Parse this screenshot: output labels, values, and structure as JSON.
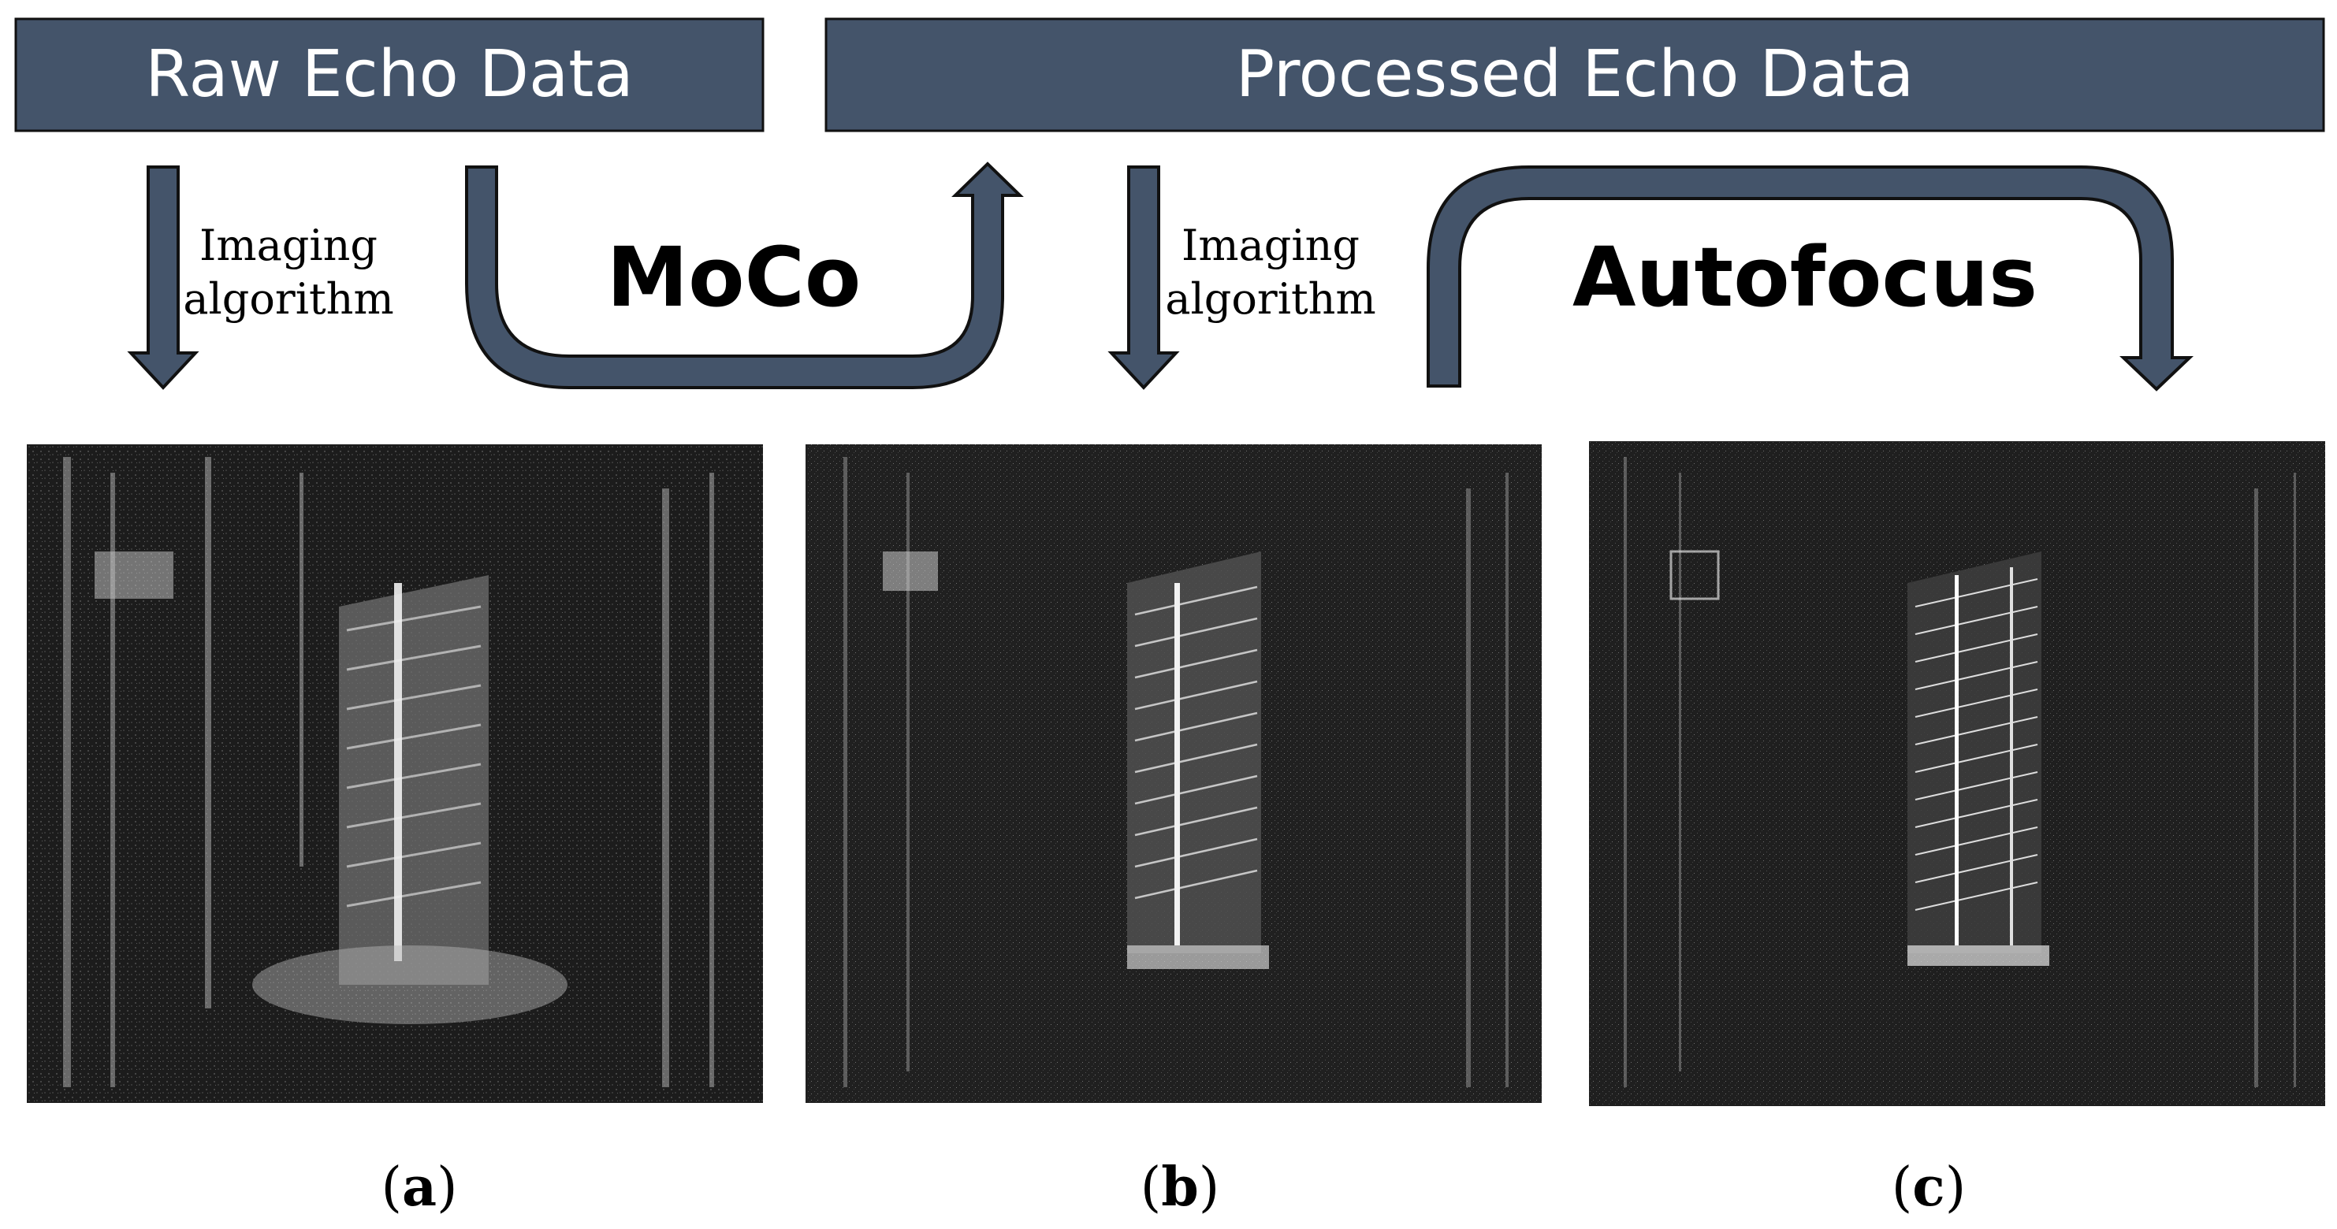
{
  "banners": {
    "raw": "Raw Echo Data",
    "processed": "Processed Echo Data"
  },
  "steps": {
    "moco": "MoCo",
    "autofocus": "Autofocus",
    "imaging_a_line1": "Imaging",
    "imaging_a_line2": "algorithm",
    "imaging_b_line1": "Imaging",
    "imaging_b_line2": "algorithm"
  },
  "panels": [
    {
      "label": "a",
      "open": "(",
      "close": ")",
      "image": "SAR image of a tall building with strong defocus blur (raw echo data)"
    },
    {
      "label": "b",
      "open": "(",
      "close": ")",
      "image": "SAR image of the same building after motion compensation, partially focused"
    },
    {
      "label": "c",
      "open": "(",
      "close": ")",
      "image": "SAR image of the same building after autofocus, well focused"
    }
  ],
  "colors": {
    "banner_fill": "#44546a",
    "arrow_fill": "#44546a",
    "banner_text": "#ffffff"
  }
}
